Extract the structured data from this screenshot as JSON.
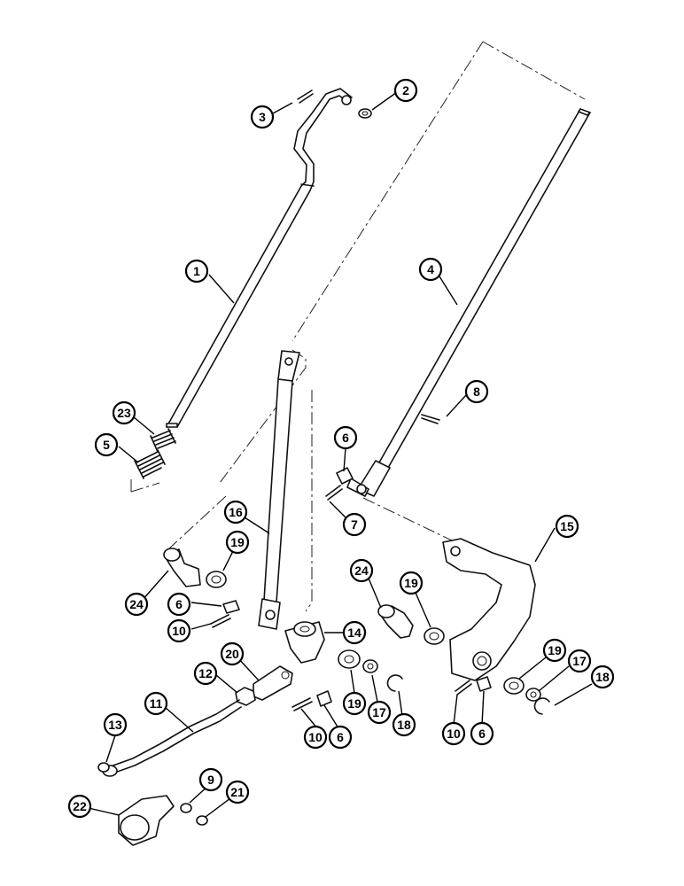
{
  "callouts": [
    {
      "id": "c1",
      "label": "1"
    },
    {
      "id": "c2",
      "label": "2"
    },
    {
      "id": "c3",
      "label": "3"
    },
    {
      "id": "c4",
      "label": "4"
    },
    {
      "id": "c5",
      "label": "5"
    },
    {
      "id": "c6a",
      "label": "6"
    },
    {
      "id": "c6b",
      "label": "6"
    },
    {
      "id": "c6c",
      "label": "6"
    },
    {
      "id": "c6d",
      "label": "6"
    },
    {
      "id": "c7",
      "label": "7"
    },
    {
      "id": "c8",
      "label": "8"
    },
    {
      "id": "c9",
      "label": "9"
    },
    {
      "id": "c10a",
      "label": "10"
    },
    {
      "id": "c10b",
      "label": "10"
    },
    {
      "id": "c10c",
      "label": "10"
    },
    {
      "id": "c11",
      "label": "11"
    },
    {
      "id": "c12",
      "label": "12"
    },
    {
      "id": "c13",
      "label": "13"
    },
    {
      "id": "c14",
      "label": "14"
    },
    {
      "id": "c15",
      "label": "15"
    },
    {
      "id": "c16",
      "label": "16"
    },
    {
      "id": "c17a",
      "label": "17"
    },
    {
      "id": "c17b",
      "label": "17"
    },
    {
      "id": "c18a",
      "label": "18"
    },
    {
      "id": "c18b",
      "label": "18"
    },
    {
      "id": "c19a",
      "label": "19"
    },
    {
      "id": "c19b",
      "label": "19"
    },
    {
      "id": "c19c",
      "label": "19"
    },
    {
      "id": "c19d",
      "label": "19"
    },
    {
      "id": "c20",
      "label": "20"
    },
    {
      "id": "c21",
      "label": "21"
    },
    {
      "id": "c22",
      "label": "22"
    },
    {
      "id": "c23",
      "label": "23"
    },
    {
      "id": "c24a",
      "label": "24"
    },
    {
      "id": "c24b",
      "label": "24"
    }
  ]
}
